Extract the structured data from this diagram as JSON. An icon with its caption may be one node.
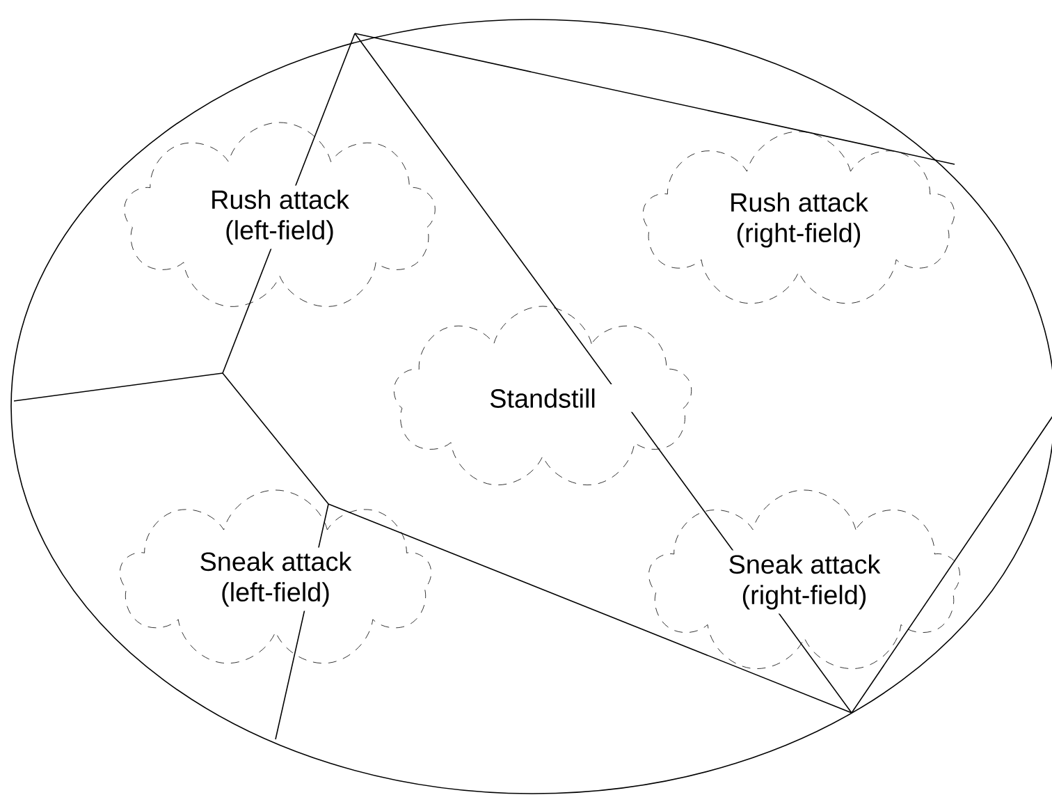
{
  "diagram": {
    "nodes": [
      {
        "text": [],
        "shape": "ellipse"
      },
      {
        "text": [
          "Rush attack (left-field)"
        ],
        "in": 0
      },
      {
        "text": [
          "Rush attack (right-field)"
        ],
        "in": 0
      },
      {
        "text": [
          "Standstill"
        ],
        "in": 0
      },
      {
        "text": [
          "Sneak attack (left-field)"
        ],
        "in": 0
      },
      {
        "text": [
          "Sneak attack (right-field)"
        ],
        "in": 0
      }
    ]
  }
}
